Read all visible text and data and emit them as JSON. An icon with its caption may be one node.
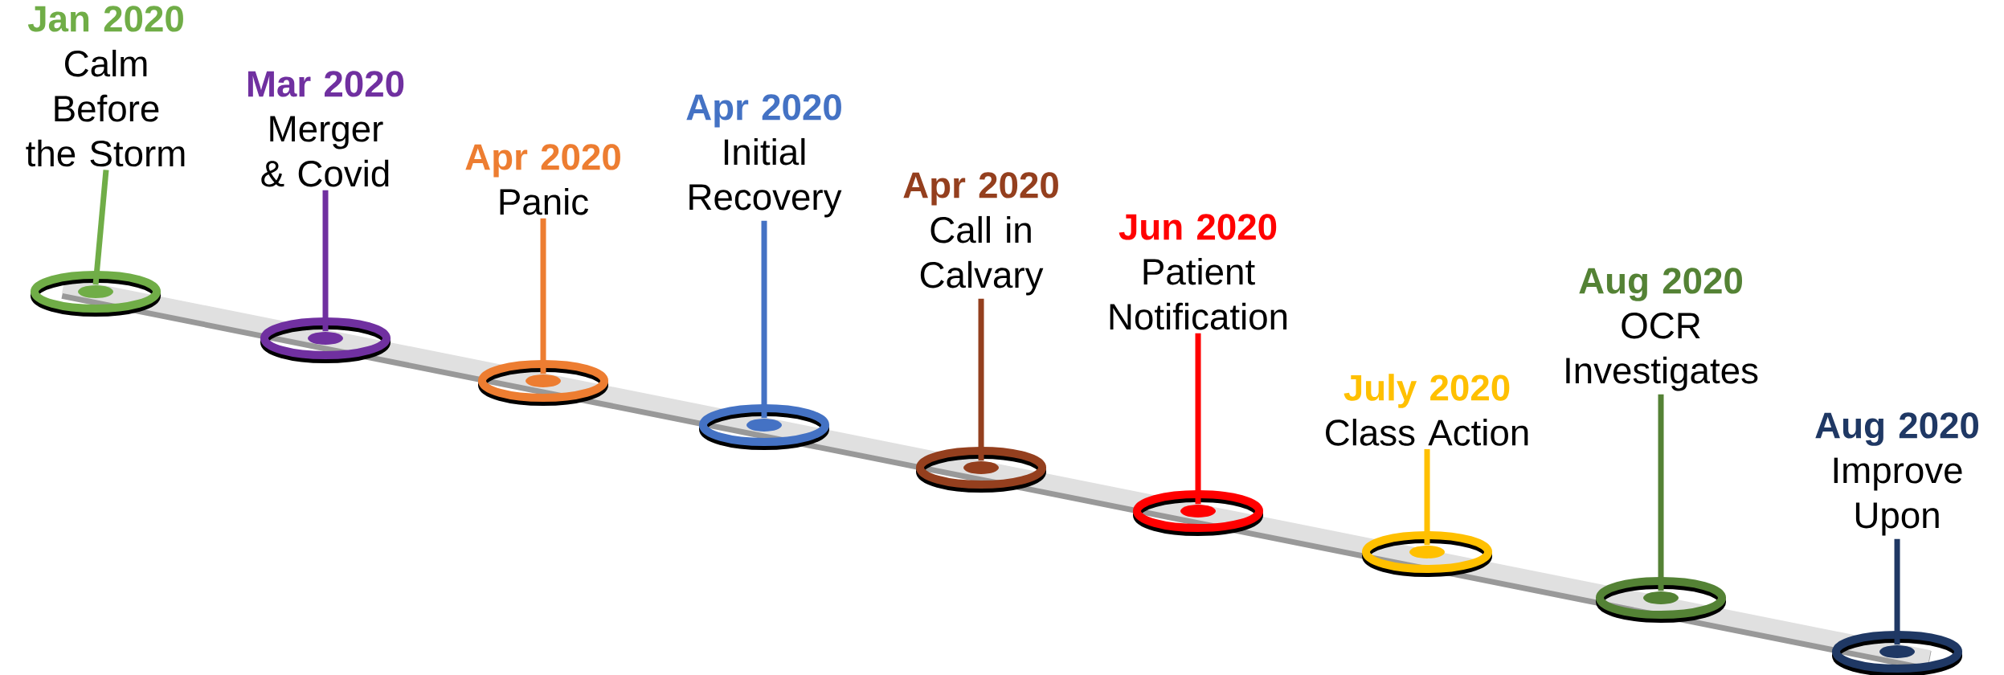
{
  "diagram": {
    "nodes": [
      {
        "text": [
          "Jan 2020",
          "Calm Before the Storm"
        ]
      },
      {
        "text": [
          "Mar 2020",
          "Merger & Covid"
        ]
      },
      {
        "text": [
          "Apr 2020",
          "Panic"
        ]
      },
      {
        "text": [
          "Apr 2020",
          "Initial Recovery"
        ]
      },
      {
        "text": [
          "Apr 2020",
          "Call in Calvary"
        ]
      },
      {
        "text": [
          "Jun 2020",
          "Patient Notification"
        ]
      },
      {
        "text": [
          "July 2020",
          "Class Action"
        ]
      },
      {
        "text": [
          "Aug 2020",
          "OCR Investigates"
        ]
      },
      {
        "text": [
          "Aug 2020",
          "Improve Upon"
        ]
      },
      {
        "text": [],
        "shape": "circle"
      },
      {
        "text": [],
        "shape": "circle"
      },
      {
        "text": [],
        "shape": "circle"
      },
      {
        "text": [],
        "shape": "circle"
      },
      {
        "text": [],
        "shape": "circle"
      },
      {
        "text": [],
        "shape": "circle"
      },
      {
        "text": [],
        "shape": "circle"
      },
      {
        "text": [],
        "shape": "circle"
      },
      {
        "text": [],
        "shape": "circle"
      }
    ],
    "edges": [
      {
        "from": 0,
        "to": 9,
        "arrow": "none",
        "color": "#70ad47"
      },
      {
        "from": 1,
        "to": 10,
        "arrow": "none",
        "color": "#7030a0"
      },
      {
        "from": 2,
        "to": 11,
        "arrow": "none",
        "color": "#ed7d31"
      },
      {
        "from": 3,
        "to": 12,
        "arrow": "none",
        "color": "#4472c4"
      },
      {
        "from": 4,
        "to": 13,
        "arrow": "none",
        "color": "#943f1e"
      },
      {
        "from": 5,
        "to": 14,
        "arrow": "none",
        "color": "#ff0000"
      },
      {
        "from": 6,
        "to": 15,
        "arrow": "none",
        "color": "#ffc000"
      },
      {
        "from": 7,
        "to": 16,
        "arrow": "none",
        "color": "#548235"
      },
      {
        "from": 8,
        "to": 17,
        "arrow": "none",
        "color": "#1f3864"
      }
    ]
  }
}
